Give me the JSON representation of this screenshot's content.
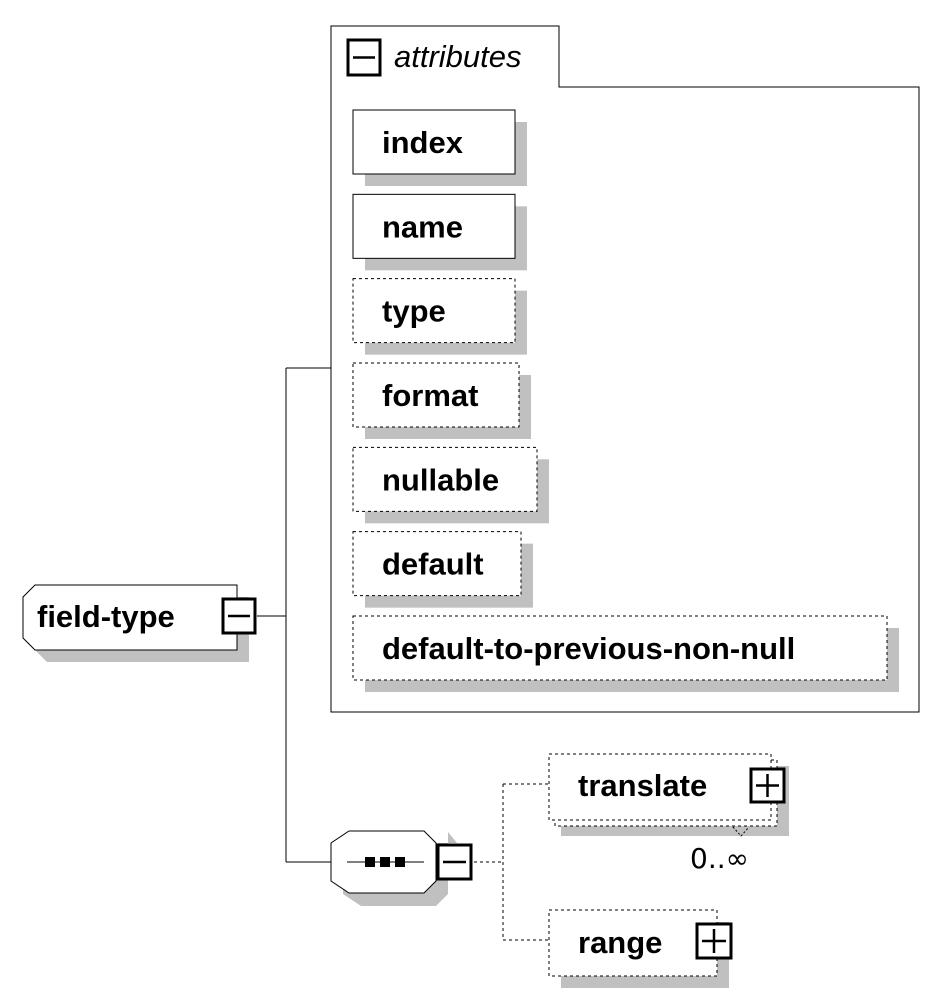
{
  "root": {
    "label": "field-type"
  },
  "attributes": {
    "title": "attributes",
    "items": [
      {
        "label": "index",
        "optional": false
      },
      {
        "label": "name",
        "optional": false
      },
      {
        "label": "type",
        "optional": true
      },
      {
        "label": "format",
        "optional": true
      },
      {
        "label": "nullable",
        "optional": true
      },
      {
        "label": "default",
        "optional": true
      },
      {
        "label": "default-to-previous-non-null",
        "optional": true
      }
    ]
  },
  "sequence": {
    "children": [
      {
        "label": "translate",
        "cardinality": "0..∞"
      },
      {
        "label": "range"
      }
    ]
  },
  "colors": {
    "line": "#000000",
    "shadow": "#c0c0c0",
    "fill": "#ffffff"
  }
}
